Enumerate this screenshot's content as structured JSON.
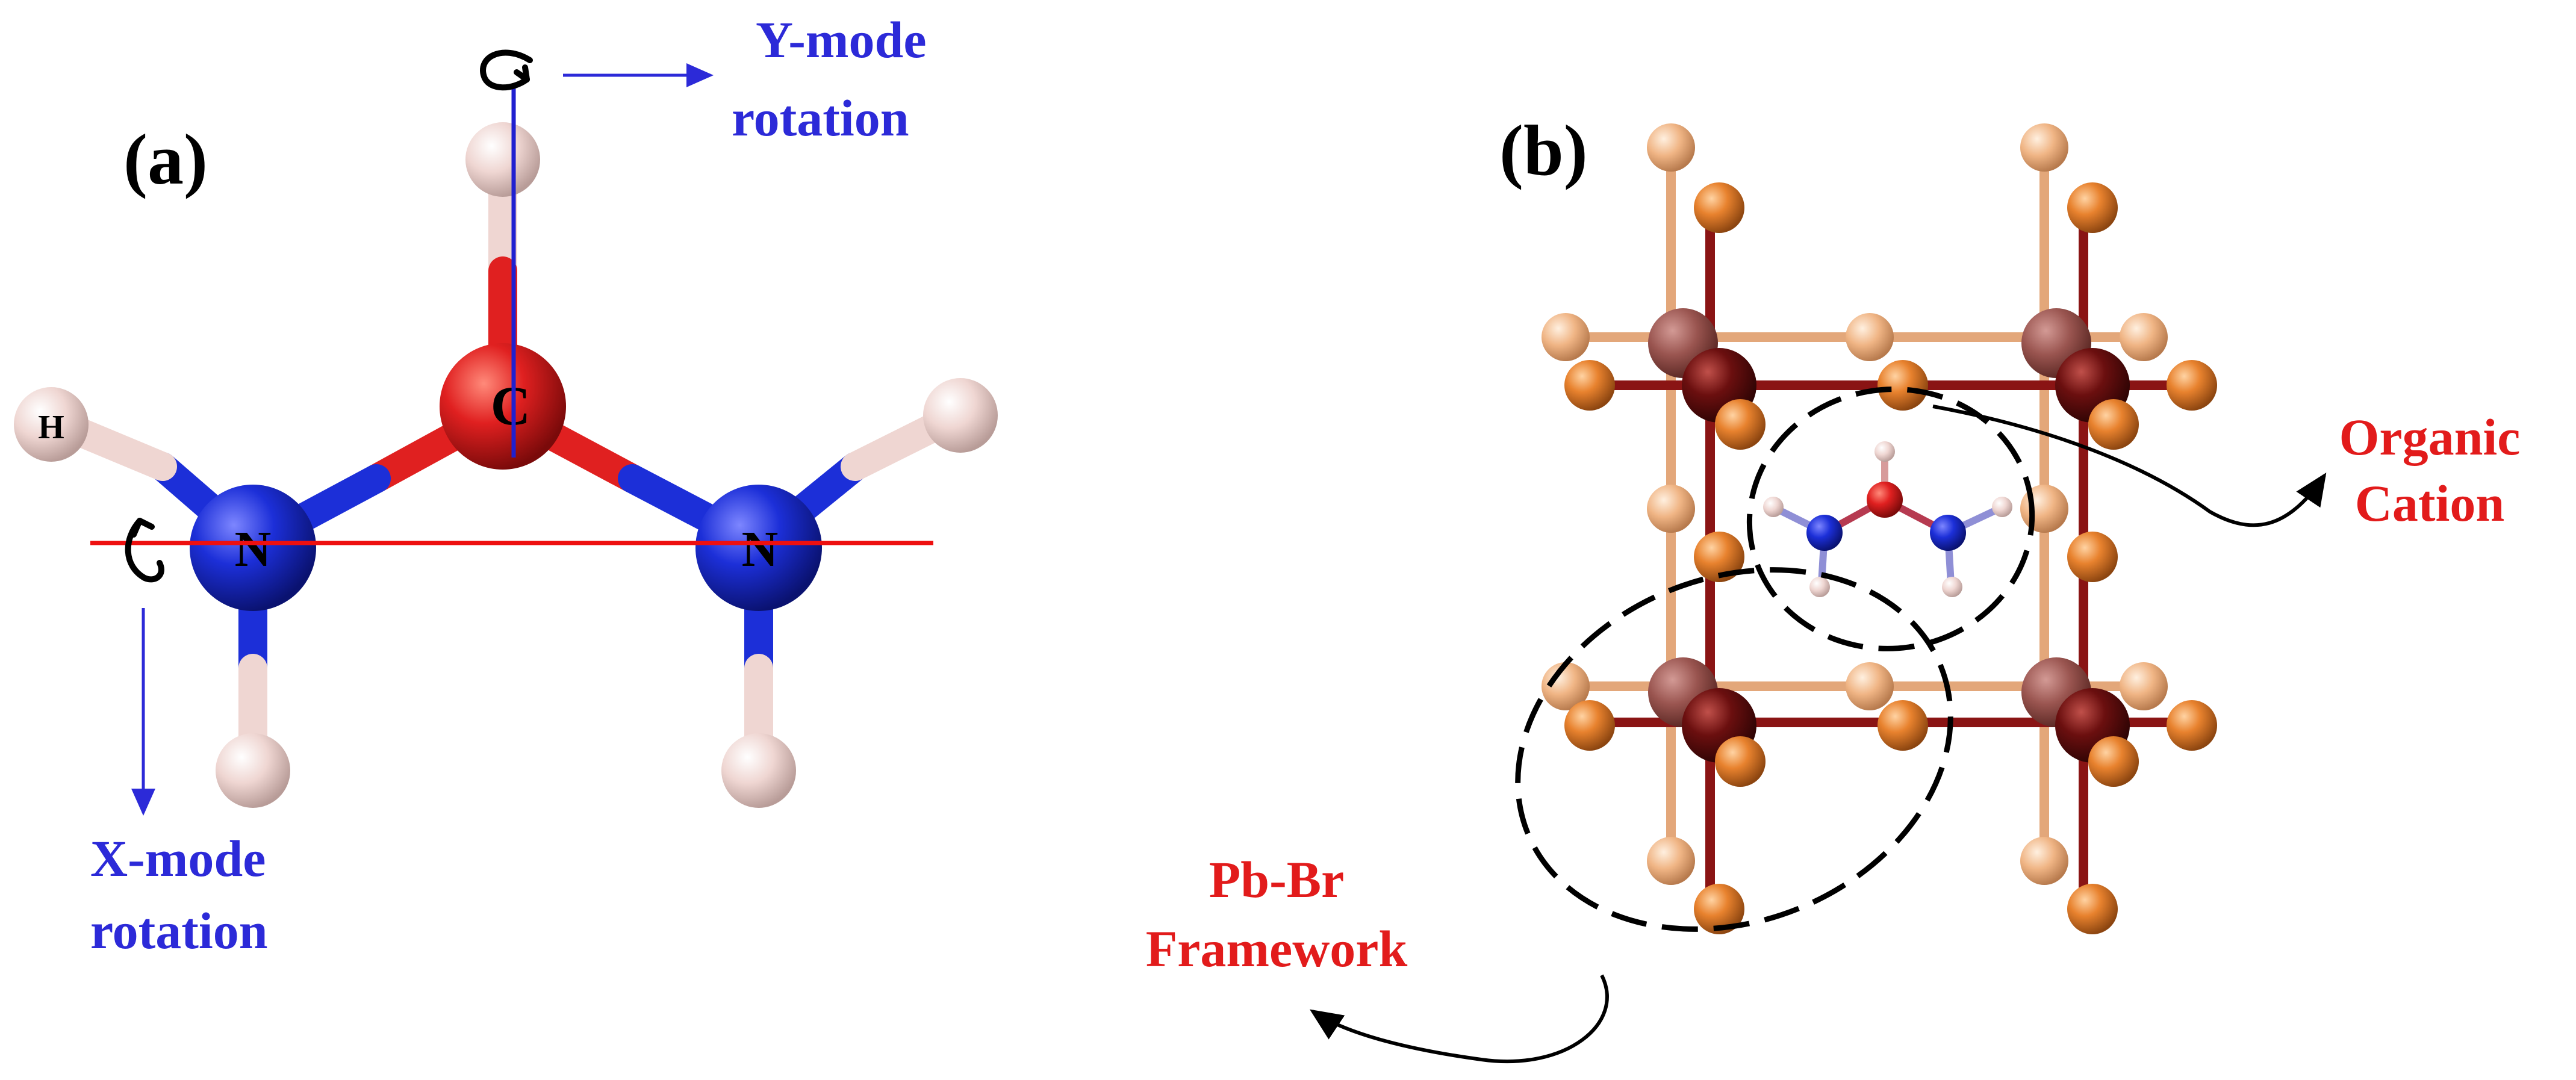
{
  "panel_a": {
    "label": "(a)",
    "atoms": {
      "carbon": "C",
      "nitrogen_left": "N",
      "nitrogen_right": "N",
      "hydrogen": "H"
    },
    "y_mode": {
      "line1": "Y-mode",
      "line2": "rotation"
    },
    "x_mode": {
      "line1": "X-mode",
      "line2": "rotation"
    }
  },
  "panel_b": {
    "label": "(b)",
    "organic_cation": {
      "line1": "Organic",
      "line2": "Cation"
    },
    "framework": {
      "line1": "Pb-Br",
      "line2": "Framework"
    }
  },
  "colors": {
    "carbon": "#e02020",
    "nitrogen": "#1c2fd8",
    "hydrogen": "#efd6d2",
    "lead": "#6b0f0f",
    "bromine": "#e8822e",
    "bromine_light": "#f0b585",
    "blue_text": "#2c2ad8",
    "red_text": "#e21b1b",
    "axis_y": "#2020d0",
    "axis_x": "#ee1010"
  }
}
